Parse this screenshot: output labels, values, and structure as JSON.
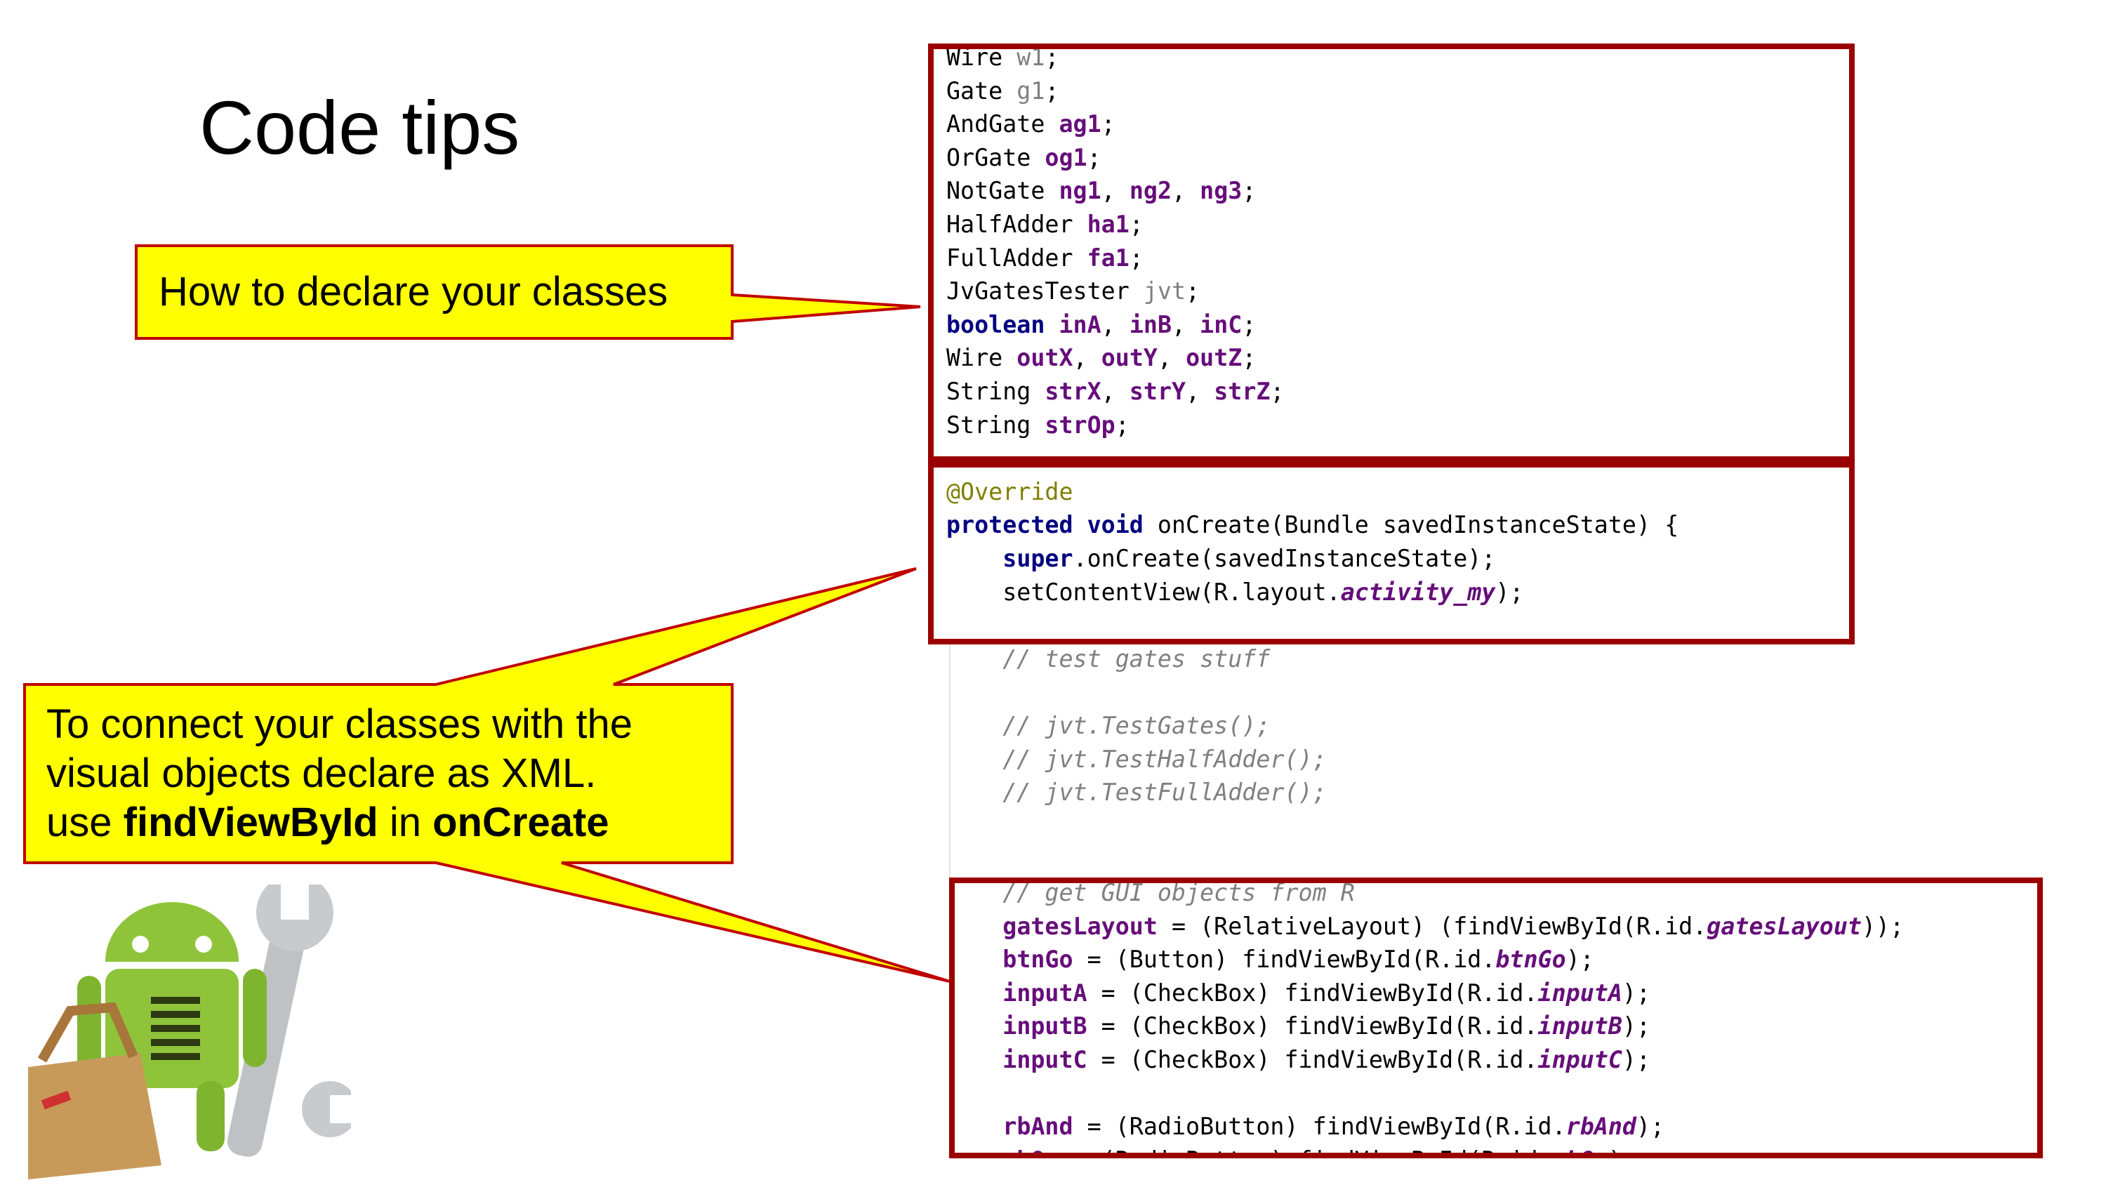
{
  "slide": {
    "title": "Code tips",
    "callouts": [
      {
        "lines": [
          "How to declare your classes"
        ]
      },
      {
        "lines": [
          "To connect your classes with the",
          "visual objects declare as XML.",
          [
            "use ",
            "findViewById",
            " in ",
            "onCreate"
          ]
        ]
      }
    ]
  },
  "colors": {
    "callout_fill": "#FFFF00",
    "callout_border": "#C00000",
    "highlight_box": "#9B0000"
  },
  "code": {
    "lines": [
      {
        "i": 0,
        "t": [
          [
            "Wire ",
            "plain"
          ],
          [
            "w1",
            "unused"
          ],
          [
            ";",
            "plain"
          ]
        ]
      },
      {
        "i": 1,
        "t": [
          [
            "Gate ",
            "plain"
          ],
          [
            "g1",
            "unused"
          ],
          [
            ";",
            "plain"
          ]
        ]
      },
      {
        "i": 2,
        "t": [
          [
            "AndGate ",
            "plain"
          ],
          [
            "ag1",
            "field"
          ],
          [
            ";",
            "plain"
          ]
        ]
      },
      {
        "i": 3,
        "t": [
          [
            "OrGate ",
            "plain"
          ],
          [
            "og1",
            "field"
          ],
          [
            ";",
            "plain"
          ]
        ]
      },
      {
        "i": 4,
        "t": [
          [
            "NotGate ",
            "plain"
          ],
          [
            "ng1",
            "field"
          ],
          [
            ", ",
            "plain"
          ],
          [
            "ng2",
            "field"
          ],
          [
            ", ",
            "plain"
          ],
          [
            "ng3",
            "field"
          ],
          [
            ";",
            "plain"
          ]
        ]
      },
      {
        "i": 5,
        "t": [
          [
            "HalfAdder ",
            "plain"
          ],
          [
            "ha1",
            "field"
          ],
          [
            ";",
            "plain"
          ]
        ]
      },
      {
        "i": 6,
        "t": [
          [
            "FullAdder ",
            "plain"
          ],
          [
            "fa1",
            "field"
          ],
          [
            ";",
            "plain"
          ]
        ]
      },
      {
        "i": 7,
        "t": [
          [
            "JvGatesTester ",
            "plain"
          ],
          [
            "jvt",
            "unused"
          ],
          [
            ";",
            "plain"
          ]
        ]
      },
      {
        "i": 8,
        "t": [
          [
            "boolean ",
            "keyword"
          ],
          [
            "inA",
            "field"
          ],
          [
            ", ",
            "plain"
          ],
          [
            "inB",
            "field"
          ],
          [
            ", ",
            "plain"
          ],
          [
            "inC",
            "field"
          ],
          [
            ";",
            "plain"
          ]
        ]
      },
      {
        "i": 9,
        "t": [
          [
            "Wire ",
            "plain"
          ],
          [
            "outX",
            "field"
          ],
          [
            ", ",
            "plain"
          ],
          [
            "outY",
            "field"
          ],
          [
            ", ",
            "plain"
          ],
          [
            "outZ",
            "field"
          ],
          [
            ";",
            "plain"
          ]
        ]
      },
      {
        "i": 10,
        "t": [
          [
            "String ",
            "plain"
          ],
          [
            "strX",
            "field"
          ],
          [
            ", ",
            "plain"
          ],
          [
            "strY",
            "field"
          ],
          [
            ", ",
            "plain"
          ],
          [
            "strZ",
            "field"
          ],
          [
            ";",
            "plain"
          ]
        ]
      },
      {
        "i": 11,
        "t": [
          [
            "String ",
            "plain"
          ],
          [
            "strOp",
            "field"
          ],
          [
            ";",
            "plain"
          ]
        ]
      },
      {
        "i": 13,
        "t": [
          [
            "@Override",
            "annotation"
          ]
        ]
      },
      {
        "i": 14,
        "t": [
          [
            "protected void ",
            "keyword"
          ],
          [
            "onCreate(Bundle savedInstanceState) {",
            "plain"
          ]
        ]
      },
      {
        "i": 15,
        "t": [
          [
            "    ",
            "plain"
          ],
          [
            "super",
            "keyword"
          ],
          [
            ".onCreate(savedInstanceState);",
            "plain"
          ]
        ]
      },
      {
        "i": 16,
        "t": [
          [
            "    setContentView(R.layout.",
            "plain"
          ],
          [
            "activity_my",
            "static"
          ],
          [
            ");",
            "plain"
          ]
        ]
      },
      {
        "i": 18,
        "t": [
          [
            "    // test gates stuff",
            "comment"
          ]
        ]
      },
      {
        "i": 20,
        "t": [
          [
            "    // jvt.TestGates();",
            "comment"
          ]
        ]
      },
      {
        "i": 21,
        "t": [
          [
            "    // jvt.TestHalfAdder();",
            "comment"
          ]
        ]
      },
      {
        "i": 22,
        "t": [
          [
            "    // jvt.TestFullAdder();",
            "comment"
          ]
        ]
      },
      {
        "i": 25,
        "t": [
          [
            "    // get GUI objects from R",
            "comment"
          ]
        ]
      },
      {
        "i": 26,
        "t": [
          [
            "    ",
            "plain"
          ],
          [
            "gatesLayout",
            "field"
          ],
          [
            " = (RelativeLayout) (findViewById(R.id.",
            "plain"
          ],
          [
            "gatesLayout",
            "static"
          ],
          [
            "));",
            "plain"
          ]
        ]
      },
      {
        "i": 27,
        "t": [
          [
            "    ",
            "plain"
          ],
          [
            "btnGo",
            "field"
          ],
          [
            " = (Button) findViewById(R.id.",
            "plain"
          ],
          [
            "btnGo",
            "static"
          ],
          [
            ");",
            "plain"
          ]
        ]
      },
      {
        "i": 28,
        "t": [
          [
            "    ",
            "plain"
          ],
          [
            "inputA",
            "field"
          ],
          [
            " = (CheckBox) findViewById(R.id.",
            "plain"
          ],
          [
            "inputA",
            "static"
          ],
          [
            ");",
            "plain"
          ]
        ]
      },
      {
        "i": 29,
        "t": [
          [
            "    ",
            "plain"
          ],
          [
            "inputB",
            "field"
          ],
          [
            " = (CheckBox) findViewById(R.id.",
            "plain"
          ],
          [
            "inputB",
            "static"
          ],
          [
            ");",
            "plain"
          ]
        ]
      },
      {
        "i": 30,
        "t": [
          [
            "    ",
            "plain"
          ],
          [
            "inputC",
            "field"
          ],
          [
            " = (CheckBox) findViewById(R.id.",
            "plain"
          ],
          [
            "inputC",
            "static"
          ],
          [
            ");",
            "plain"
          ]
        ]
      },
      {
        "i": 32,
        "t": [
          [
            "    ",
            "plain"
          ],
          [
            "rbAnd",
            "field"
          ],
          [
            " = (RadioButton) findViewById(R.id.",
            "plain"
          ],
          [
            "rbAnd",
            "static"
          ],
          [
            ");",
            "plain"
          ]
        ]
      },
      {
        "i": 33,
        "t": [
          [
            "    ",
            "plain"
          ],
          [
            "rbOr",
            "field"
          ],
          [
            " = (RadioButton) findViewById(R.id.",
            "plain"
          ],
          [
            "rbOr",
            "static"
          ],
          [
            ");",
            "plain"
          ]
        ]
      }
    ]
  }
}
